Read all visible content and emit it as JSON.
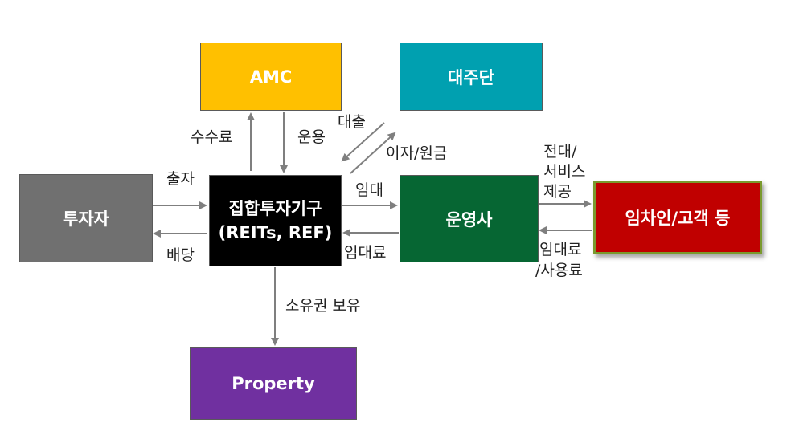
{
  "nodes": {
    "amc": "AMC",
    "lender": "대주단",
    "investor": "투자자",
    "vehicle_line1": "집합투자기구",
    "vehicle_line2": "(REITs, REF)",
    "operator": "운영사",
    "tenant": "임차인/고객 등",
    "property": "Property"
  },
  "edges": {
    "fee": "수수료",
    "management": "운용",
    "loan": "대출",
    "interest": "이자/원금",
    "investment": "출자",
    "dividend": "배당",
    "lease": "임대",
    "rent": "임대료",
    "sublease_line1": "전대/",
    "sublease_line2": "서비스",
    "sublease_line3": "제공",
    "tenant_rent_line1": "임대료",
    "tenant_rent_line2": "/사용료",
    "ownership": "소유권 보유"
  },
  "colors": {
    "amc": "#ffc000",
    "lender": "#00a0b0",
    "investor": "#707070",
    "vehicle": "#000000",
    "operator": "#066633",
    "tenant": "#c00000",
    "property": "#7030a0",
    "arrow": "#7f7f7f"
  }
}
